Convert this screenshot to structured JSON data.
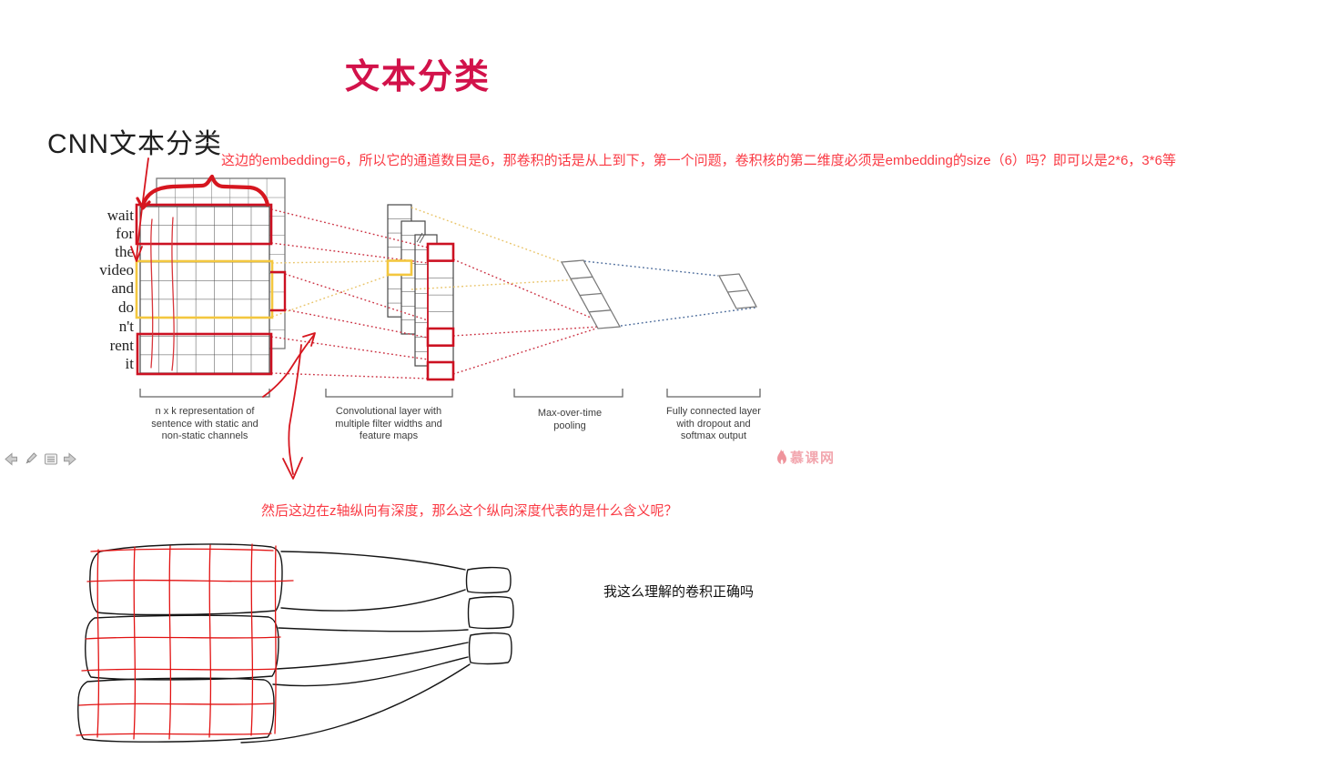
{
  "title": "文本分类",
  "heading": "CNN文本分类",
  "notes": {
    "embedding_note": "这边的embedding=6，所以它的通道数目是6，那卷积的话是从上到下，第一个问题，卷积核的第二维度必须是embedding的size（6）吗？即可以是2*6，3*6等",
    "depth_note": "然后这边在z轴纵向有深度，那么这个纵向深度代表的是什么含义呢？",
    "understanding_note": "我这么理解的卷积正确吗"
  },
  "diagram": {
    "words": [
      "wait",
      "for",
      "the",
      "video",
      "and",
      "do",
      "n't",
      "rent",
      "it"
    ],
    "captions": [
      {
        "text": "n x k representation of\nsentence with static and\nnon-static channels"
      },
      {
        "text": "Convolutional layer with\nmultiple filter widths and\nfeature maps"
      },
      {
        "text": "Max-over-time\npooling"
      },
      {
        "text": "Fully connected layer\nwith dropout and\nsoftmax output"
      }
    ]
  },
  "toolbar": {
    "icons": [
      "back-arrow",
      "pencil",
      "notes",
      "forward-arrow"
    ]
  },
  "watermark": {
    "label": "慕课网"
  },
  "colors": {
    "title_red": "#d2124a",
    "annotation_red": "#fa3a44",
    "pen_red": "#d6161f",
    "sketch_red": "#e21212",
    "highlight_yellow": "#f3c73f",
    "dotted_red": "#cc3344",
    "dotted_yellow": "#e9c469",
    "dotted_blue": "#4a6a9a",
    "watermark_pink": "#f0979f"
  }
}
